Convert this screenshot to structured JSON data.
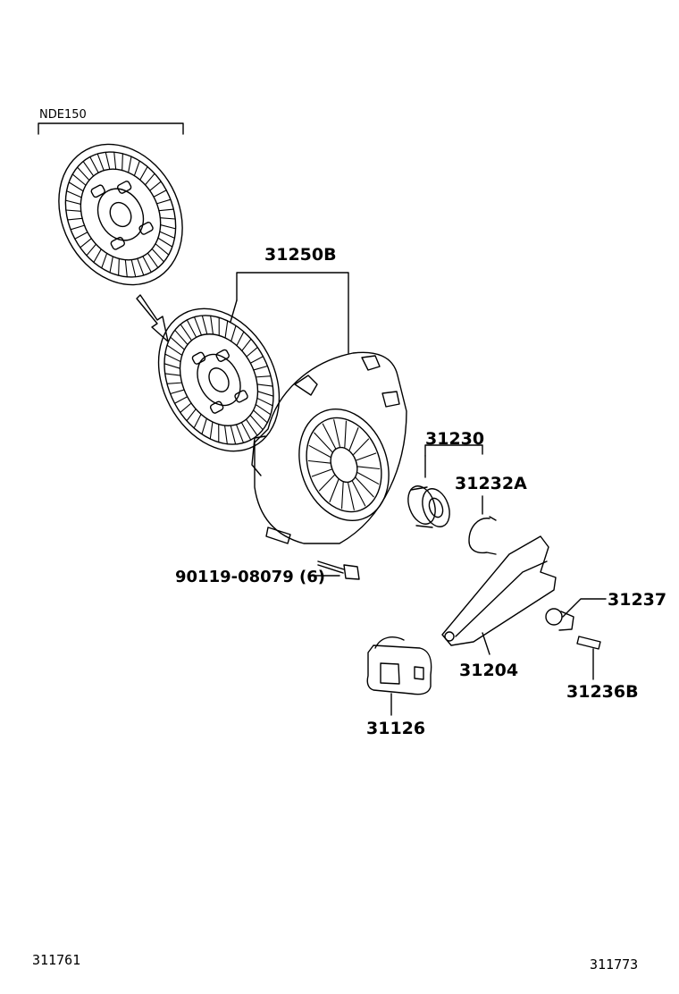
{
  "diagram": {
    "variant_label": "NDE150",
    "parts": {
      "clutch_cover_kit": "31250B",
      "release_bearing": "31230",
      "bearing_clip": "31232A",
      "bolt": "90119-08079 (6)",
      "release_fork_support": "31237",
      "release_fork": "31204",
      "fork_support_bolt": "31236B",
      "dust_boot": "31126"
    },
    "footer": {
      "left_code": "311761",
      "right_code": "311773"
    }
  }
}
